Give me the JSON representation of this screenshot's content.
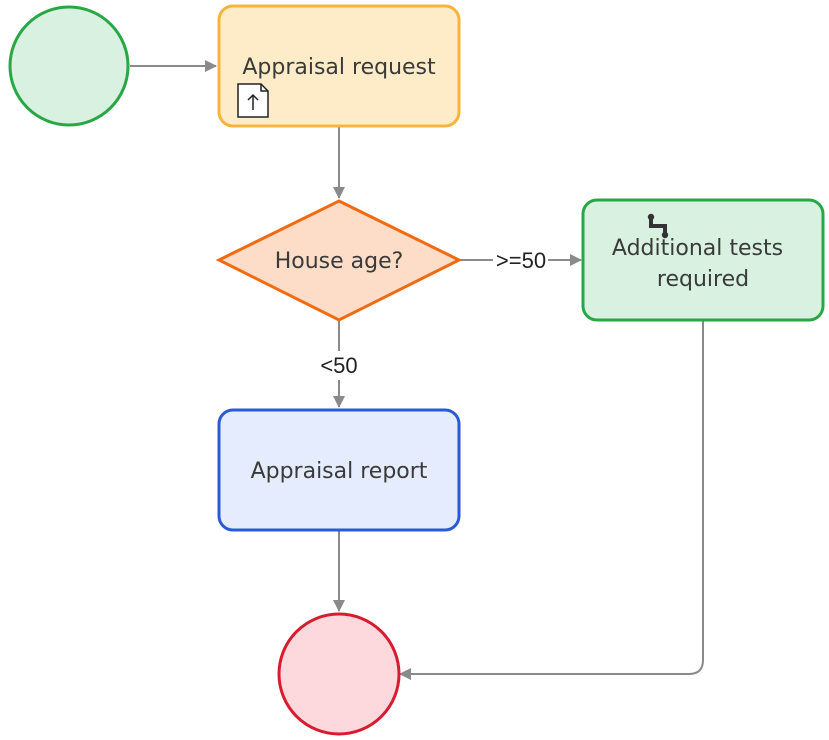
{
  "diagram": {
    "colors": {
      "start_fill": "#d8f1e0",
      "start_stroke": "#27a844",
      "request_fill": "#feecc9",
      "request_stroke": "#f8b33a",
      "decision_fill": "#fddcc8",
      "decision_stroke": "#f06a11",
      "tests_fill": "#d8f1e0",
      "tests_stroke": "#27a844",
      "report_fill": "#e4ecfd",
      "report_stroke": "#2a5bd3",
      "end_fill": "#fdd9dd",
      "end_stroke": "#d81b2e",
      "edge": "#8a8a8a"
    },
    "nodes": {
      "start": {
        "label": ""
      },
      "request": {
        "label": "Appraisal request",
        "icon": "file-upload-icon"
      },
      "decision": {
        "label": "House age?"
      },
      "tests": {
        "label_line1": "Additional tests",
        "label_line2": "required",
        "icon": "integration-icon"
      },
      "report": {
        "label": "Appraisal report"
      },
      "end": {
        "label": ""
      }
    },
    "edges": {
      "ge50_label": ">=50",
      "lt50_label": "<50"
    }
  }
}
